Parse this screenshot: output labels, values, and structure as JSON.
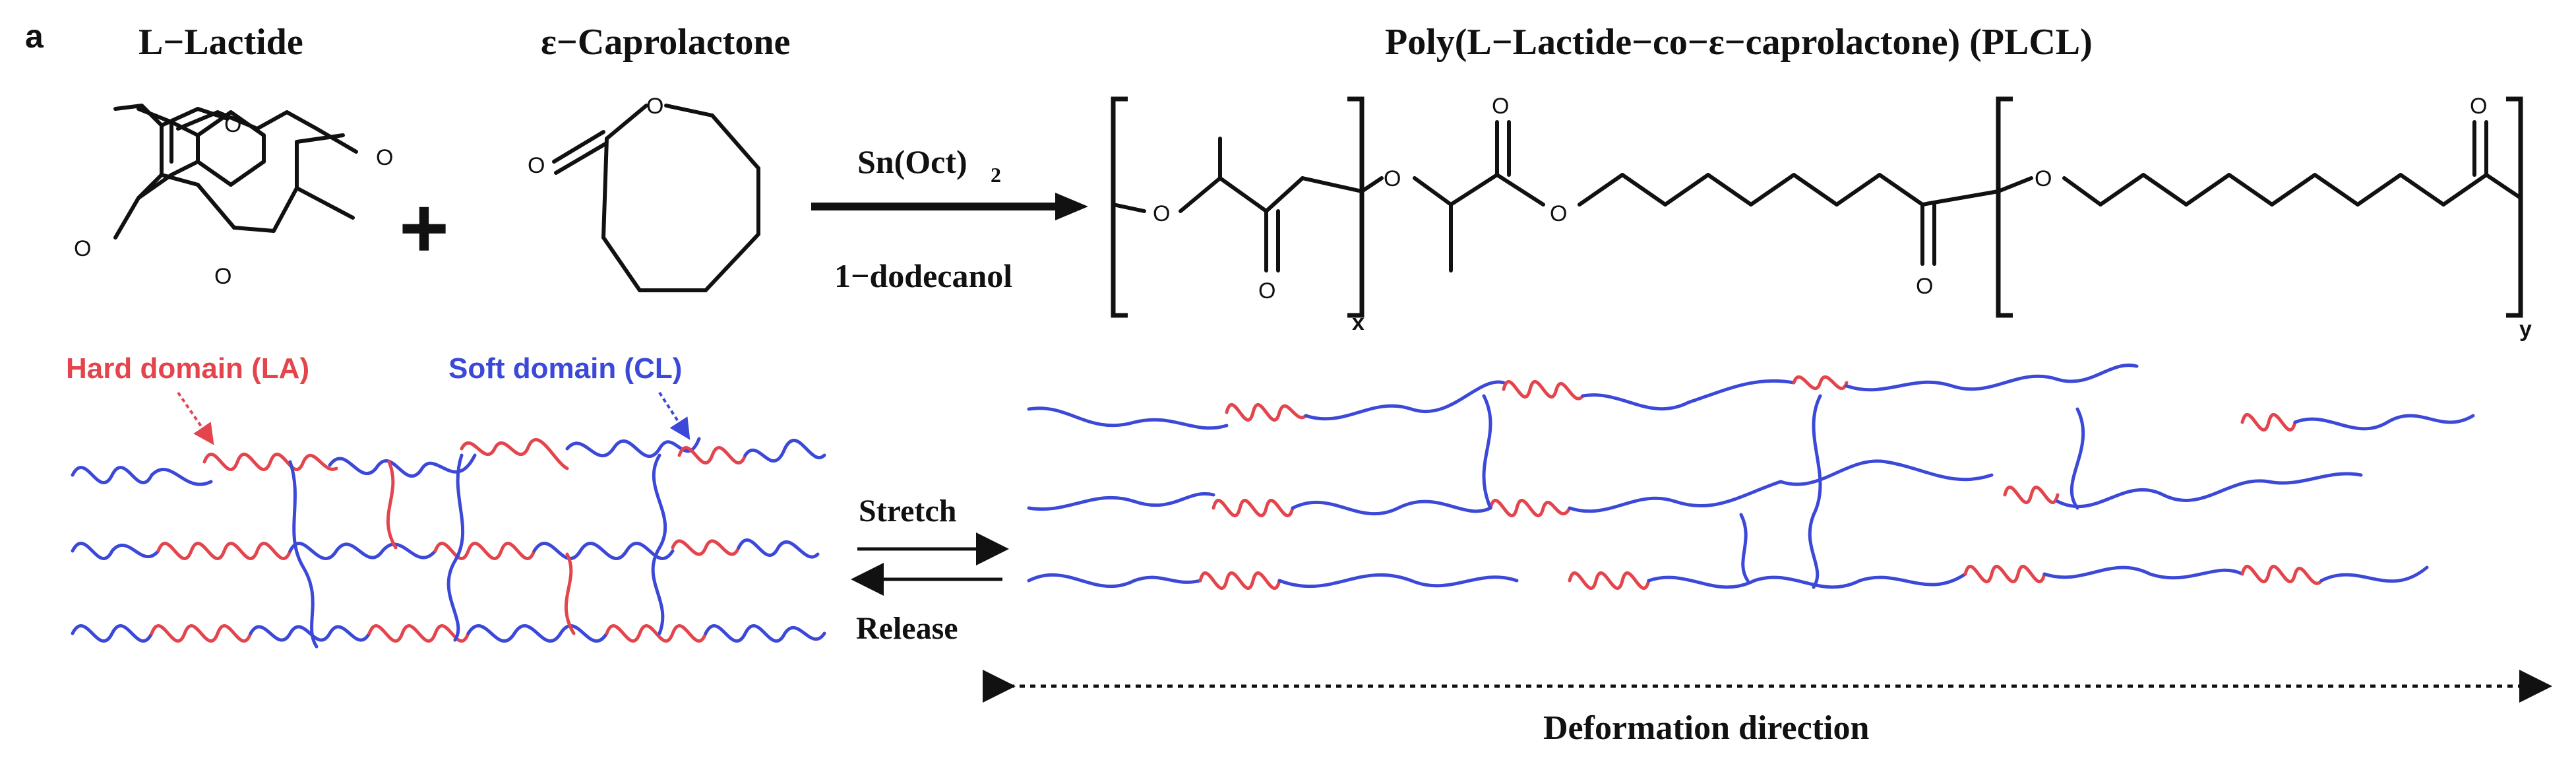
{
  "panel_label": "a",
  "reactants": {
    "lactide_name": "L−Lactide",
    "caprolactone_name": "ε−Caprolactone",
    "plus_sign": "+"
  },
  "reaction": {
    "catalyst": "Sn(Oct)",
    "catalyst_subscript": "2",
    "initiator": "1−dodecanol"
  },
  "product": {
    "name": "Poly(L−Lactide−co−ε−caprolactone) (PLCL)",
    "subscript_x": "x",
    "subscript_y": "y"
  },
  "atom_label": "O",
  "domains": {
    "hard_label": "Hard domain (LA)",
    "soft_label": "Soft domain (CL)",
    "hard_color": "#e4454c",
    "soft_color": "#3b48d8"
  },
  "process": {
    "stretch_label": "Stretch",
    "release_label": "Release"
  },
  "deformation_label": "Deformation direction"
}
